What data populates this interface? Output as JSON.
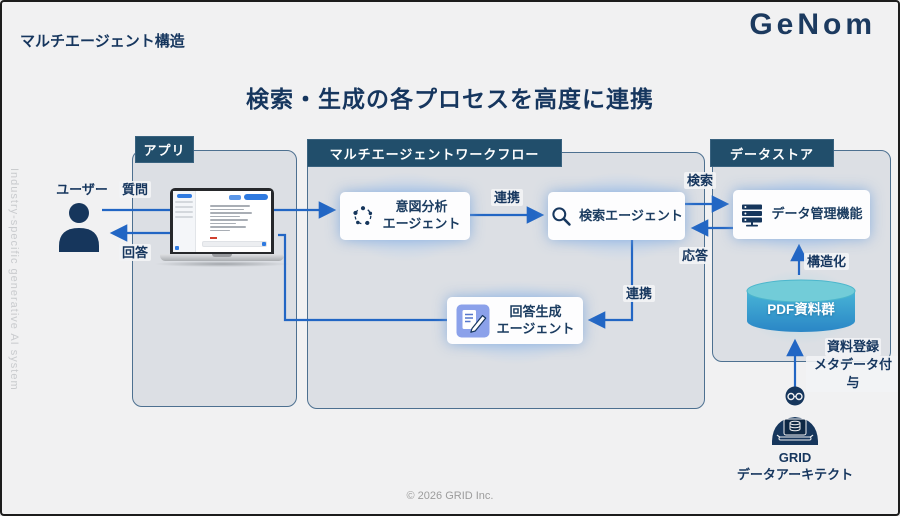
{
  "page": {
    "corner_label": "マルチエージェント構造",
    "logo": "GeNom",
    "title": "検索・生成の各プロセスを高度に連携",
    "watermark": "Industry-specific generative AI system",
    "footer": "© 2026 GRID Inc."
  },
  "panels": {
    "app": {
      "label": "アプリ"
    },
    "workflow": {
      "label": "マルチエージェントワークフロー"
    },
    "datastore": {
      "label": "データストア"
    }
  },
  "actors": {
    "user": {
      "label": "ユーザー"
    },
    "architect": {
      "line1": "GRID",
      "line2": "データアーキテクト"
    }
  },
  "nodes": {
    "intent_agent": {
      "line1": "意図分析",
      "line2": "エージェント",
      "icon": "cluster-icon"
    },
    "search_agent": {
      "label": "検索エージェント",
      "icon": "search-icon"
    },
    "answer_agent": {
      "line1": "回答生成",
      "line2": "エージェント",
      "icon": "document-pen-icon"
    },
    "data_mgmt": {
      "label": "データ管理機能",
      "icon": "server-icon"
    },
    "pdf_store": {
      "label": "PDF資料群"
    }
  },
  "edge_labels": {
    "question": "質問",
    "answer": "回答",
    "collab1": "連携",
    "collab2": "連携",
    "search": "検索",
    "response": "応答",
    "structuring": "構造化",
    "register_line1": "資料登録",
    "register_line2": "メタデータ付与"
  },
  "colors": {
    "navy_text": "#16365e",
    "tab_bg": "#214e6b",
    "arrow_blue": "#2266c4",
    "panel_fill": "#dcdfe4",
    "panel_border": "#4d7090",
    "cylinder_top": "#72ccd8",
    "cylinder_body_top": "#48b4d6",
    "cylinder_body_bottom": "#2a86c6",
    "answer_icon_bg": "#8ba1ea"
  }
}
